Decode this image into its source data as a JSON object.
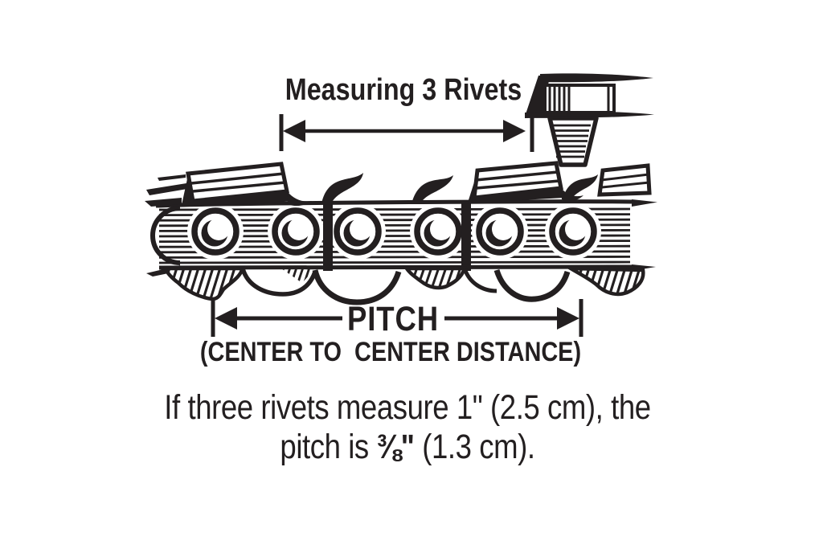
{
  "diagram": {
    "title_note": "chainsaw chain pitch measurement diagram",
    "measuring_label": "Measuring 3 Rivets",
    "pitch_label": "PITCH",
    "pitch_sublabel": "(CENTER TO  CENTER DISTANCE)",
    "caption_line1": "If three rivets measure 1\" (2.5 cm), the",
    "caption_line2_prefix": "pitch is ",
    "caption_fraction": "⅜\"",
    "caption_line2_suffix": " (1.3 cm).",
    "rivet_count_shown": 6,
    "colors": {
      "ink": "#231f20",
      "background": "#ffffff"
    }
  }
}
